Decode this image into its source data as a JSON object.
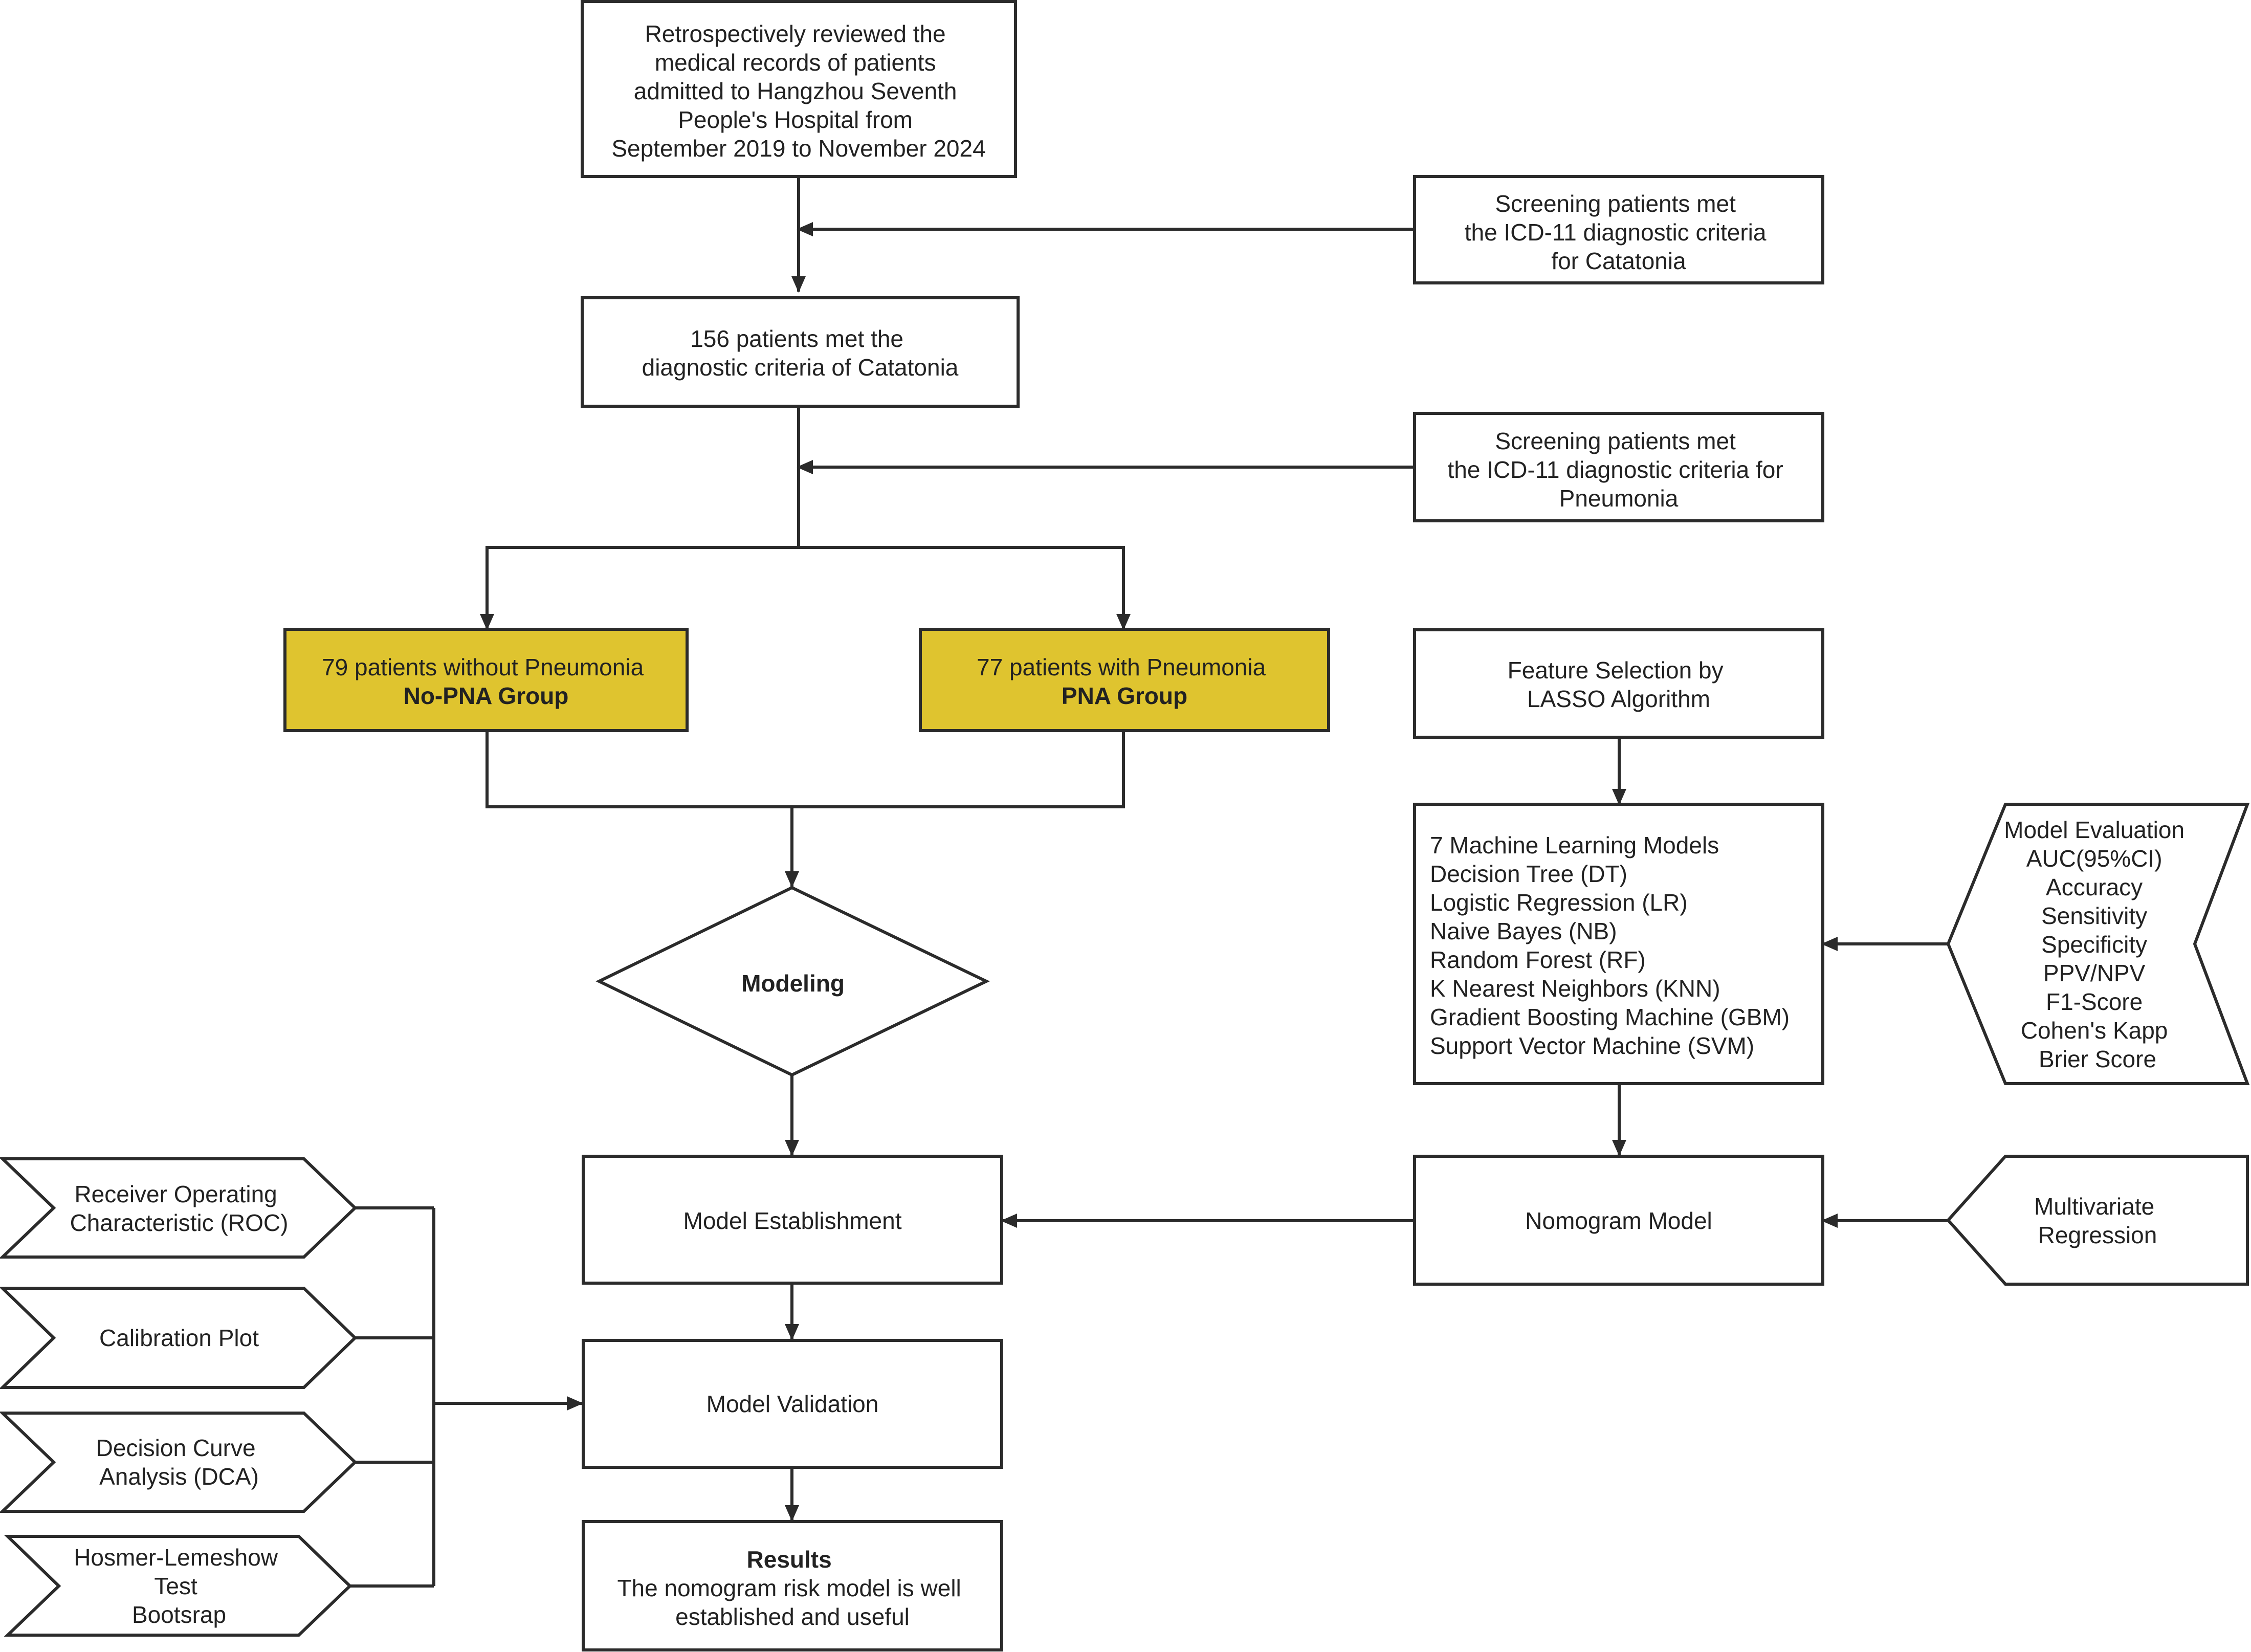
{
  "colors": {
    "stroke": "#2b2b2b",
    "group_fill": "#dfc42f",
    "text": "#222222",
    "background": "#ffffff"
  },
  "boxes": {
    "records": [
      "Retrospectively reviewed the",
      "medical records of patients",
      "admitted to Hangzhou Seventh",
      "People's Hospital from",
      "September 2019 to November 2024"
    ],
    "screen_catatonia": [
      "Screening patients met",
      "the ICD-11 diagnostic criteria",
      "for Catatonia"
    ],
    "met_criteria": [
      "156 patients met the",
      "diagnostic criteria of Catatonia"
    ],
    "screen_pneumonia": [
      "Screening patients met",
      "the ICD-11 diagnostic criteria for",
      "Pneumonia"
    ],
    "no_pna": {
      "line1": "79 patients without Pneumonia",
      "line2": "No-PNA Group"
    },
    "pna": {
      "line1": "77 patients with Pneumonia",
      "line2": "PNA Group"
    },
    "feature_selection": [
      "Feature Selection by",
      "LASSO Algorithm"
    ],
    "ml_models": [
      "7 Machine Learning Models",
      "Decision Tree (DT)",
      "Logistic Regression (LR)",
      "Naive Bayes (NB)",
      "Random Forest (RF)",
      "K Nearest Neighbors (KNN)",
      "Gradient Boosting Machine (GBM)",
      "Support Vector Machine (SVM)"
    ],
    "model_evaluation": [
      "Model Evaluation",
      "AUC(95%CI)",
      "Accuracy",
      "Sensitivity",
      "Specificity",
      "PPV/NPV",
      "F1-Score",
      "Cohen's Kapp",
      "Brier Score"
    ],
    "modeling": "Modeling",
    "model_establishment": "Model Establishment",
    "nomogram_model": "Nomogram Model",
    "multivariate_regression": [
      "Multivariate",
      "Regression"
    ],
    "roc": [
      "Receiver Operating",
      "Characteristic (ROC)"
    ],
    "calibration": [
      "Calibration Plot"
    ],
    "dca": [
      "Decision Curve",
      "Analysis (DCA)"
    ],
    "hosmer": [
      "Hosmer-Lemeshow",
      "Test",
      "Bootsrap"
    ],
    "model_validation": "Model Validation",
    "results": {
      "title": "Results",
      "lines": [
        "The nomogram risk model is well",
        "established and useful"
      ]
    }
  }
}
